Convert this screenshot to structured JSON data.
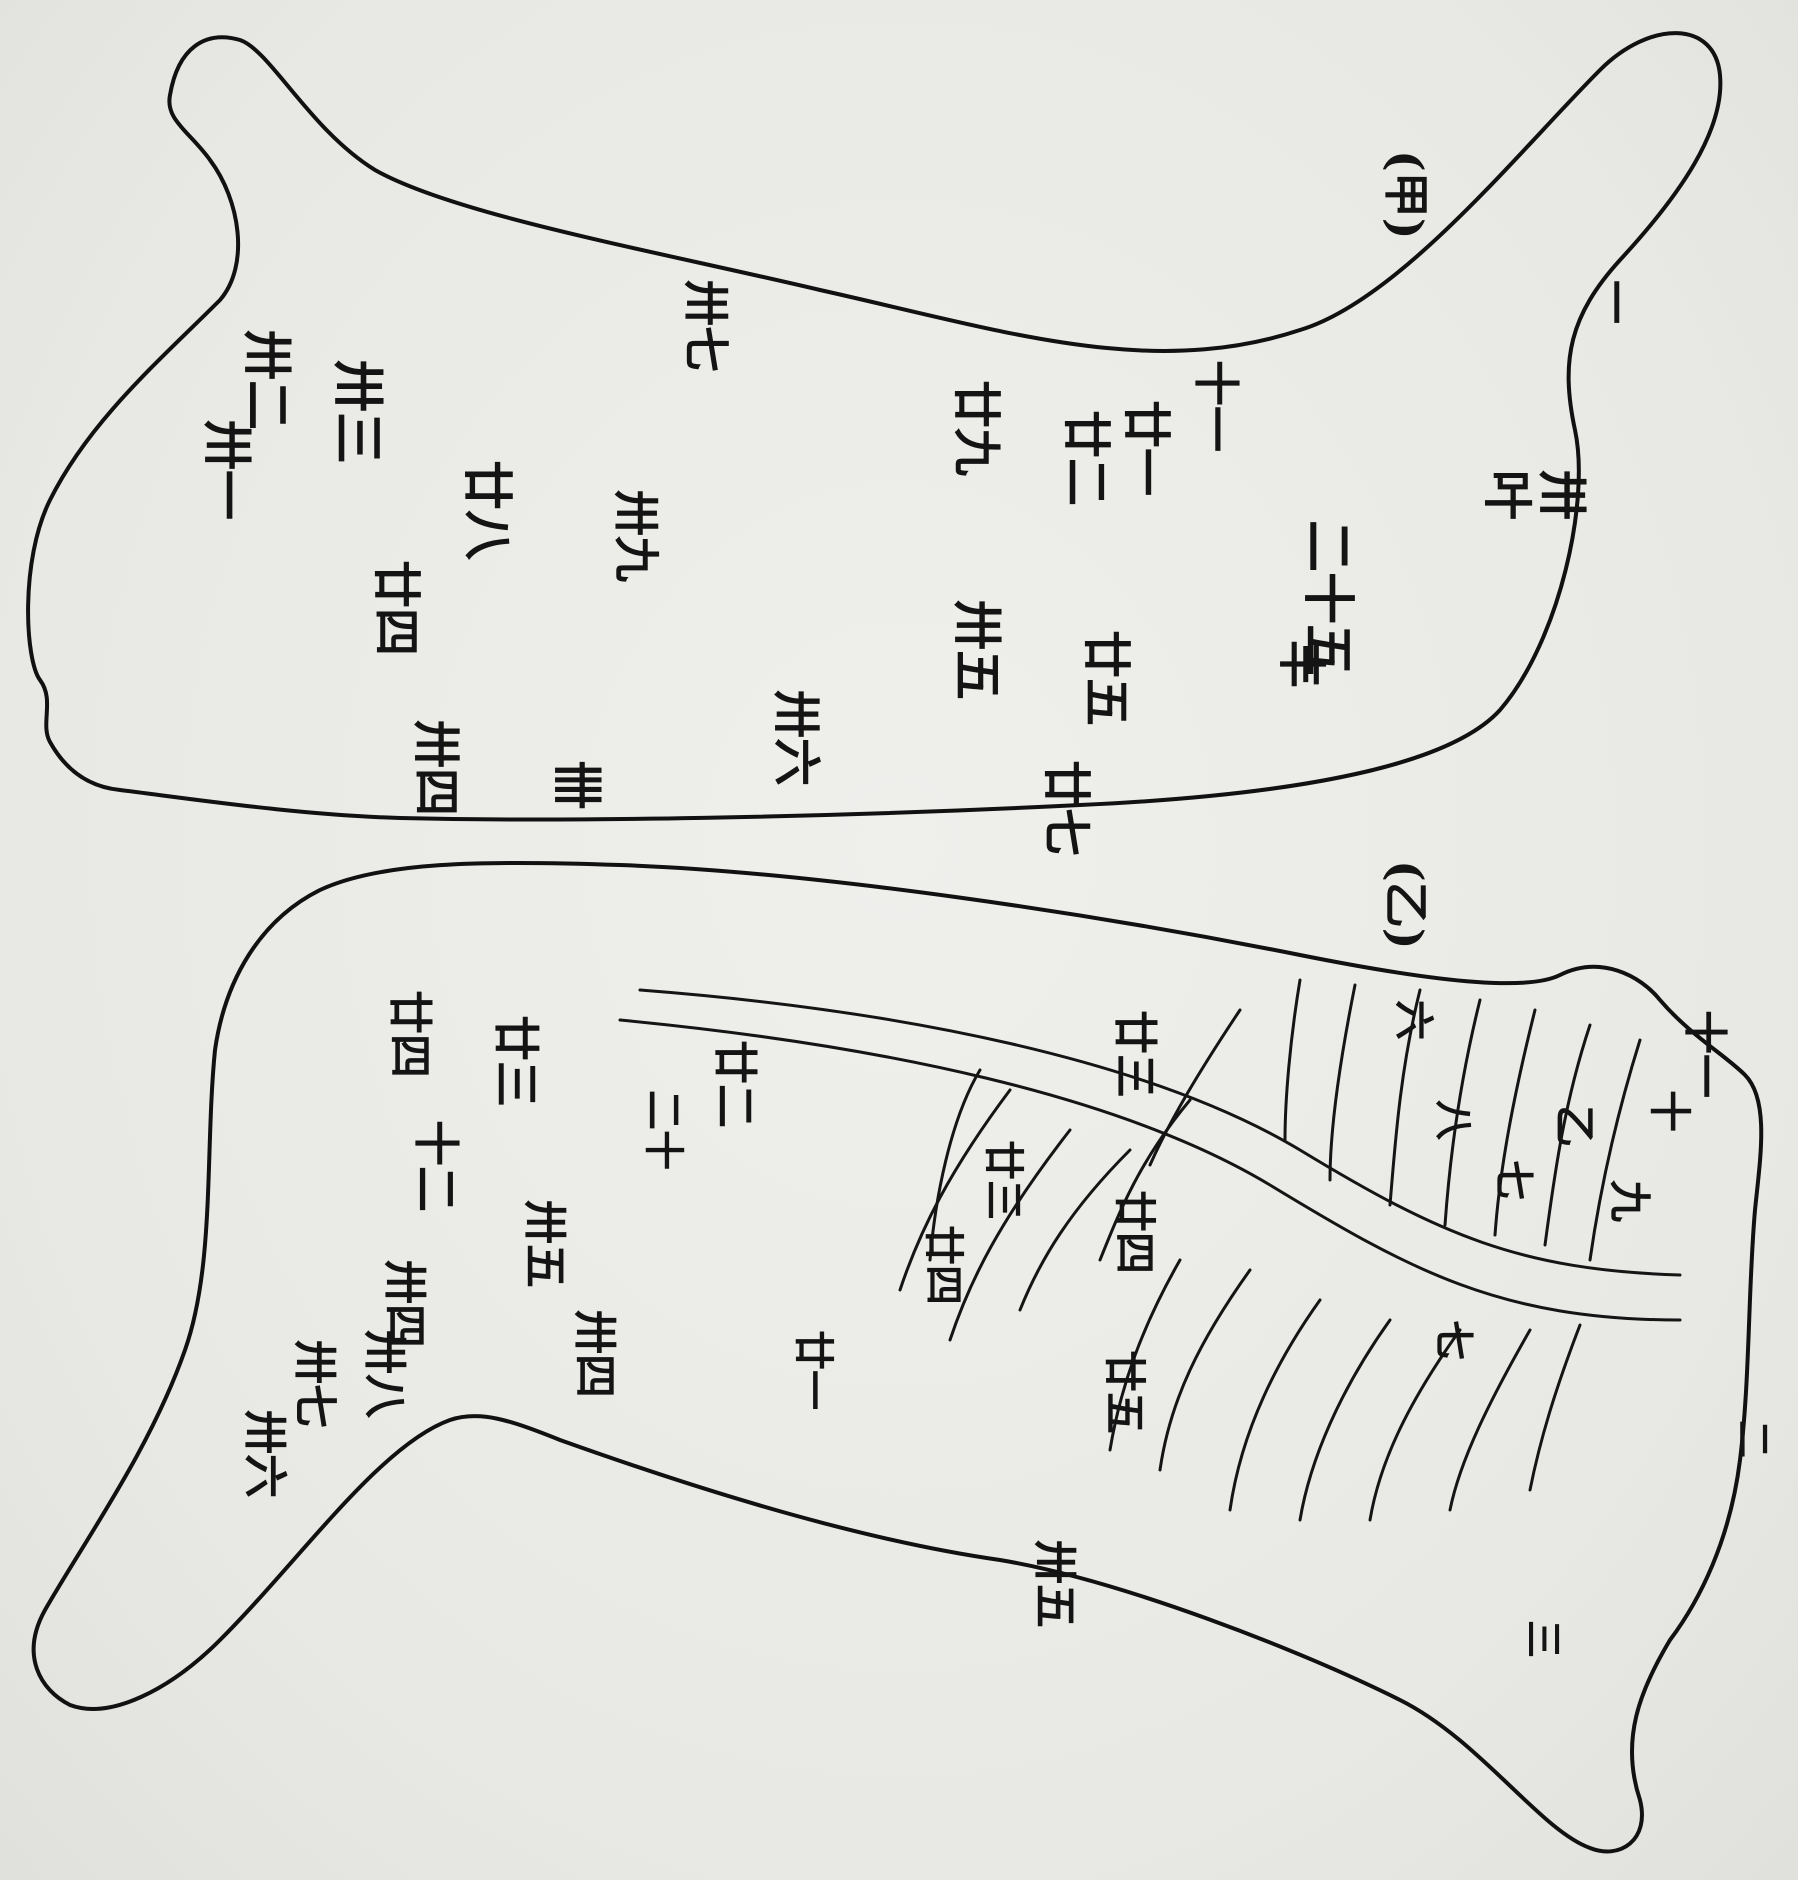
{
  "figure": {
    "panel_a": {
      "tag": "(甲)",
      "labels": [
        "一",
        "卅",
        "叶",
        "二十五",
        "丰",
        "十一",
        "廿一",
        "廿二",
        "廿五",
        "廿七",
        "廿九",
        "卅五",
        "卅六",
        "卅七",
        "卅九",
        "卌",
        "廿八",
        "卅四",
        "廿四",
        "卅三",
        "卅二",
        "卅一"
      ]
    },
    "panel_b": {
      "tag": "(乙)",
      "labels": [
        "十一",
        "十",
        "九",
        "乙",
        "七",
        "八",
        "六",
        "七",
        "廿三",
        "廿四",
        "廿五",
        "廿三",
        "廿四",
        "廿一",
        "廿二",
        "二十",
        "廿三",
        "十二",
        "廿四",
        "二",
        "三",
        "卅五",
        "卅四",
        "卅五",
        "卅四",
        "卅八",
        "卅七",
        "卅六"
      ]
    }
  }
}
